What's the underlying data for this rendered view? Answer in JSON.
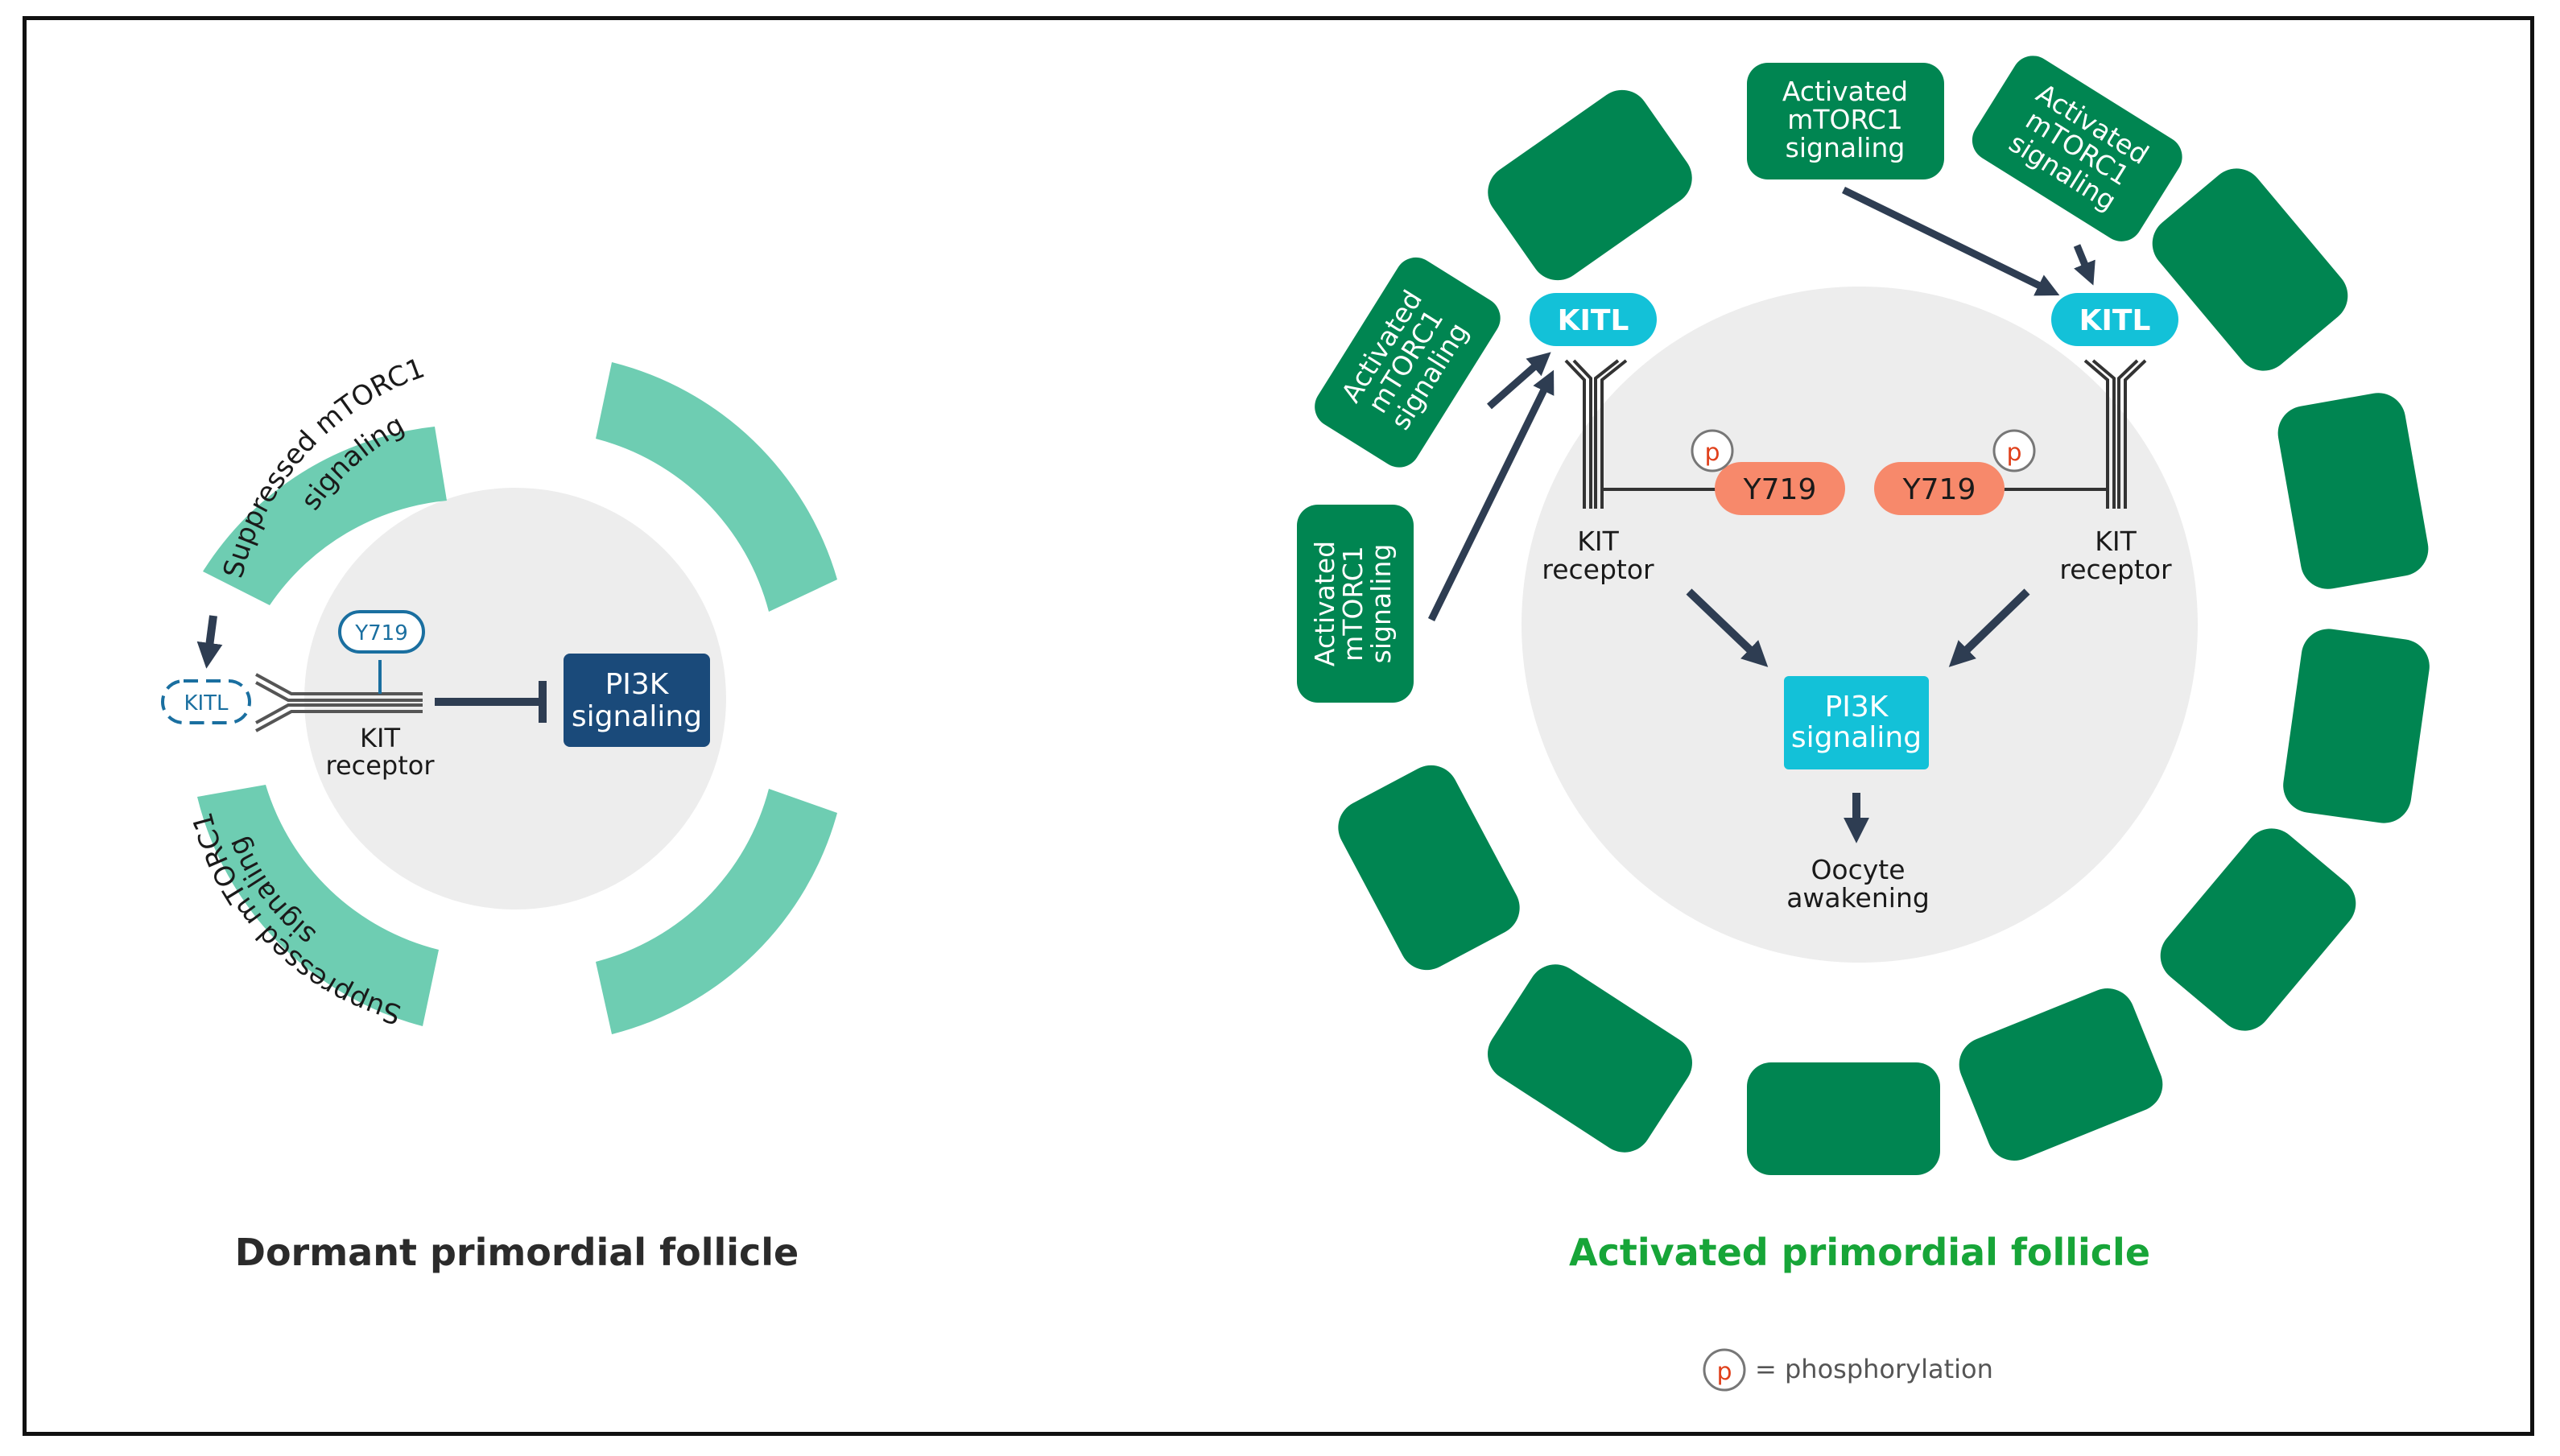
{
  "dormant": {
    "title": "Dormant primordial follicle",
    "suppressed_top": [
      "Suppressed mTORC1",
      "signaling"
    ],
    "suppressed_bottom": [
      "Suppressed mTORC1",
      "signaling"
    ],
    "kitl": "KITL",
    "y719": "Y719",
    "kit_receptor": [
      "KIT",
      "receptor"
    ],
    "pi3k": [
      "PI3K",
      "signaling"
    ]
  },
  "activated": {
    "title": "Activated primordial follicle",
    "mtorc1_labels": [
      [
        "Activated",
        "mTORC1",
        "signaling"
      ],
      [
        "Activated",
        "mTORC1",
        "signaling"
      ],
      [
        "Activated",
        "mTORC1",
        "signaling"
      ],
      [
        "Activated",
        "mTORC1",
        "signaling"
      ]
    ],
    "kitl_left": "KITL",
    "kitl_right": "KITL",
    "y719_left": "Y719",
    "y719_right": "Y719",
    "p_left": "p",
    "p_right": "p",
    "kit_left": [
      "KIT",
      "receptor"
    ],
    "kit_right": [
      "KIT",
      "receptor"
    ],
    "pi3k": [
      "PI3K",
      "signaling"
    ],
    "oocyte": [
      "Oocyte",
      "awakening"
    ]
  },
  "legend": {
    "p": "p",
    "text": "= phosphorylation"
  },
  "colors": {
    "dark_green": "#008551",
    "light_green": "#6ecdb2",
    "cyan": "#13c1d8",
    "salmon": "#f7896b",
    "navy": "#1a4a7a",
    "arrow": "#2e3d52",
    "oocyte_gray": "#ededed",
    "title_green": "#17a538"
  }
}
